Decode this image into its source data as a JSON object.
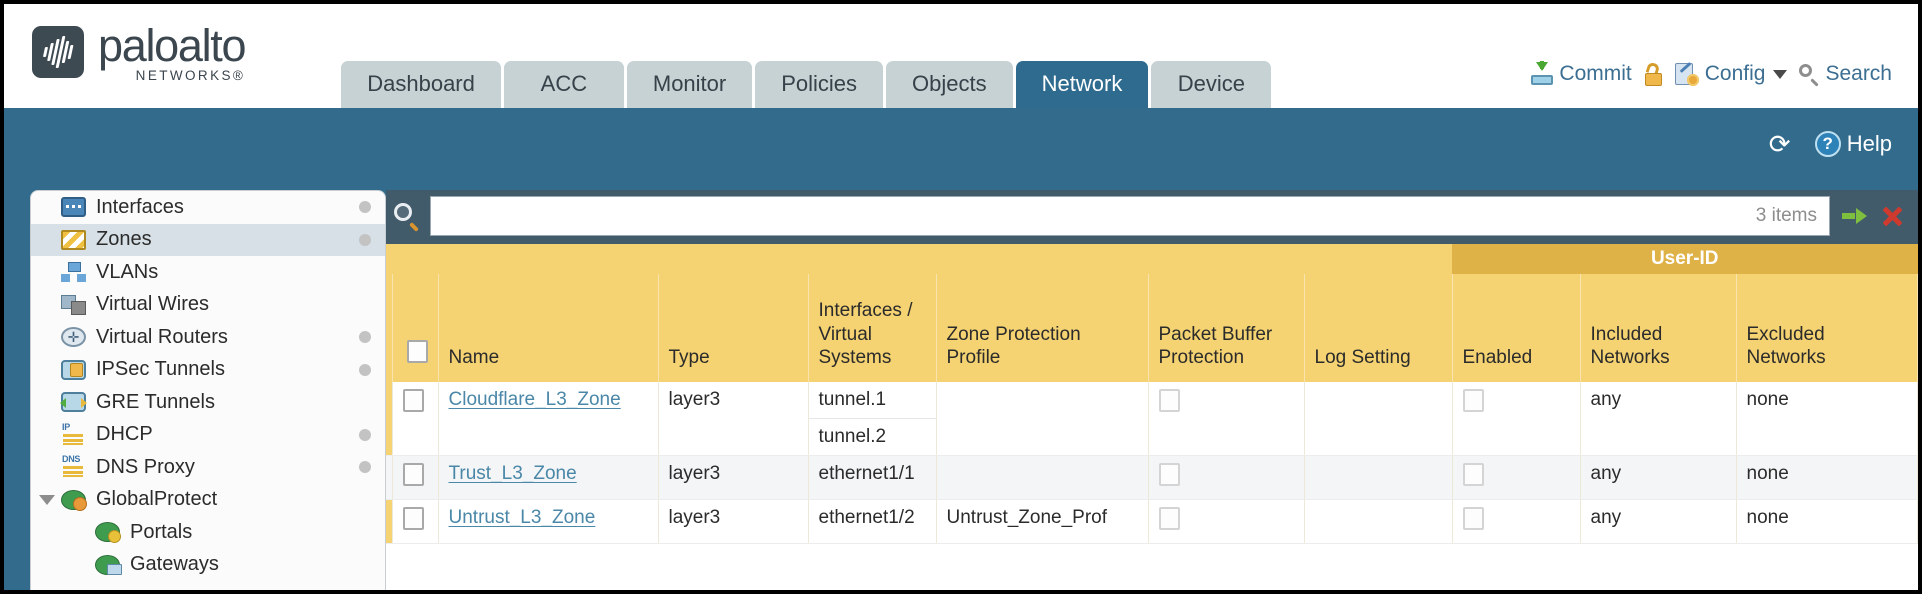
{
  "brand": {
    "name": "paloalto",
    "tagline": "NETWORKS®"
  },
  "tabs": [
    {
      "label": "Dashboard",
      "active": false
    },
    {
      "label": "ACC",
      "active": false
    },
    {
      "label": "Monitor",
      "active": false
    },
    {
      "label": "Policies",
      "active": false
    },
    {
      "label": "Objects",
      "active": false
    },
    {
      "label": "Network",
      "active": true
    },
    {
      "label": "Device",
      "active": false
    }
  ],
  "top_actions": {
    "commit": "Commit",
    "lock_icon": "padlock-icon",
    "config": "Config",
    "search": "Search"
  },
  "banner": {
    "refresh_icon": "refresh-icon",
    "help": "Help"
  },
  "sidebar": {
    "items": [
      {
        "label": "Interfaces",
        "icon": "interfaces-icon",
        "dot": true,
        "selected": false,
        "child": false,
        "expander": false
      },
      {
        "label": "Zones",
        "icon": "zones-icon",
        "dot": true,
        "selected": true,
        "child": false,
        "expander": false
      },
      {
        "label": "VLANs",
        "icon": "vlans-icon",
        "dot": false,
        "selected": false,
        "child": false,
        "expander": false
      },
      {
        "label": "Virtual Wires",
        "icon": "virtual-wires-icon",
        "dot": false,
        "selected": false,
        "child": false,
        "expander": false
      },
      {
        "label": "Virtual Routers",
        "icon": "virtual-routers-icon",
        "dot": true,
        "selected": false,
        "child": false,
        "expander": false
      },
      {
        "label": "IPSec Tunnels",
        "icon": "ipsec-tunnels-icon",
        "dot": true,
        "selected": false,
        "child": false,
        "expander": false
      },
      {
        "label": "GRE Tunnels",
        "icon": "gre-tunnels-icon",
        "dot": false,
        "selected": false,
        "child": false,
        "expander": false
      },
      {
        "label": "DHCP",
        "icon": "dhcp-icon",
        "dot": true,
        "selected": false,
        "child": false,
        "expander": false
      },
      {
        "label": "DNS Proxy",
        "icon": "dns-proxy-icon",
        "dot": true,
        "selected": false,
        "child": false,
        "expander": false
      },
      {
        "label": "GlobalProtect",
        "icon": "globalprotect-icon",
        "dot": false,
        "selected": false,
        "child": false,
        "expander": true
      },
      {
        "label": "Portals",
        "icon": "portals-icon",
        "dot": false,
        "selected": false,
        "child": true,
        "expander": false
      },
      {
        "label": "Gateways",
        "icon": "gateways-icon",
        "dot": false,
        "selected": false,
        "child": true,
        "expander": false
      }
    ]
  },
  "search": {
    "value": "",
    "placeholder": "",
    "item_count": "3 items",
    "go_icon": "go-arrow-icon",
    "clear_icon": "clear-x-icon"
  },
  "table": {
    "group_header": "User-ID",
    "columns": [
      "Name",
      "Type",
      "Interfaces / Virtual Systems",
      "Zone Protection Profile",
      "Packet Buffer Protection",
      "Log Setting",
      "Enabled",
      "Included Networks",
      "Excluded Networks"
    ],
    "rows": [
      {
        "name": "Cloudflare_L3_Zone",
        "type": "layer3",
        "interfaces": [
          "tunnel.1",
          "tunnel.2"
        ],
        "zone_protection_profile": "",
        "packet_buffer_protection": false,
        "log_setting": "",
        "userid_enabled": false,
        "included_networks": "any",
        "excluded_networks": "none"
      },
      {
        "name": "Trust_L3_Zone",
        "type": "layer3",
        "interfaces": [
          "ethernet1/1"
        ],
        "zone_protection_profile": "",
        "packet_buffer_protection": false,
        "log_setting": "",
        "userid_enabled": false,
        "included_networks": "any",
        "excluded_networks": "none"
      },
      {
        "name": "Untrust_L3_Zone",
        "type": "layer3",
        "interfaces": [
          "ethernet1/2"
        ],
        "zone_protection_profile": "Untrust_Zone_Prof",
        "packet_buffer_protection": false,
        "log_setting": "",
        "userid_enabled": false,
        "included_networks": "any",
        "excluded_networks": "none"
      }
    ]
  },
  "colors": {
    "banner_blue": "#336b8c",
    "tab_active": "#2e6b8e",
    "tab_inactive": "#c6d2d3",
    "table_header_amber": "#f5d372",
    "group_header_gold": "#dfb248",
    "link_blue": "#4a87a8",
    "search_bar_slate": "#425b6b",
    "row_alt": "#f3f5f6"
  }
}
